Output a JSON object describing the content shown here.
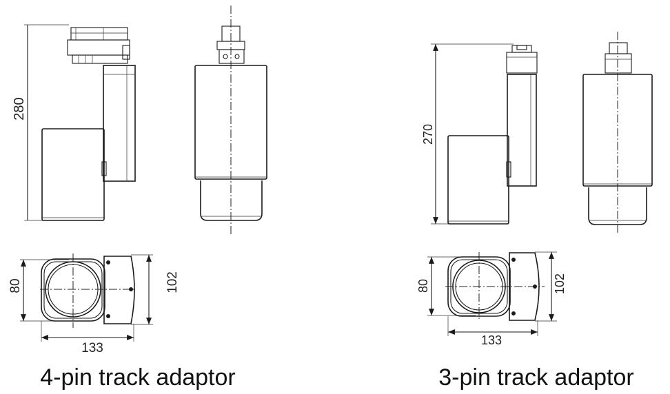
{
  "left": {
    "caption": "4-pin track adaptor",
    "height_dim": "280",
    "width_dim": "133",
    "depth_dim": "80",
    "plate_dim": "102"
  },
  "right": {
    "caption": "3-pin track adaptor",
    "height_dim": "270",
    "width_dim": "133",
    "depth_dim": "80",
    "plate_dim": "102"
  }
}
